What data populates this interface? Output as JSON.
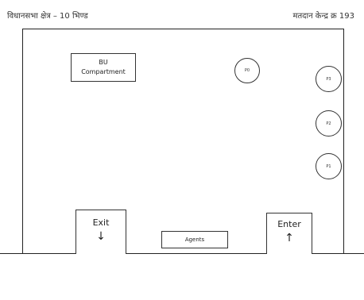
{
  "header": {
    "constituency": "विधानसभा क्षेत्र – 10 भिण्ड",
    "polling_station": "मतदान केन्द्र क्र 193"
  },
  "layout": {
    "bu_compartment": {
      "line1": "BU",
      "line2": "Compartment"
    },
    "booths": [
      {
        "id": "p0",
        "label": "P0"
      },
      {
        "id": "p3",
        "label": "P3"
      },
      {
        "id": "p2",
        "label": "P2"
      },
      {
        "id": "p1",
        "label": "P1"
      }
    ],
    "exit": {
      "label": "Exit",
      "arrow": "↓"
    },
    "enter": {
      "label": "Enter",
      "arrow": "↑"
    },
    "agents": "Agents"
  }
}
